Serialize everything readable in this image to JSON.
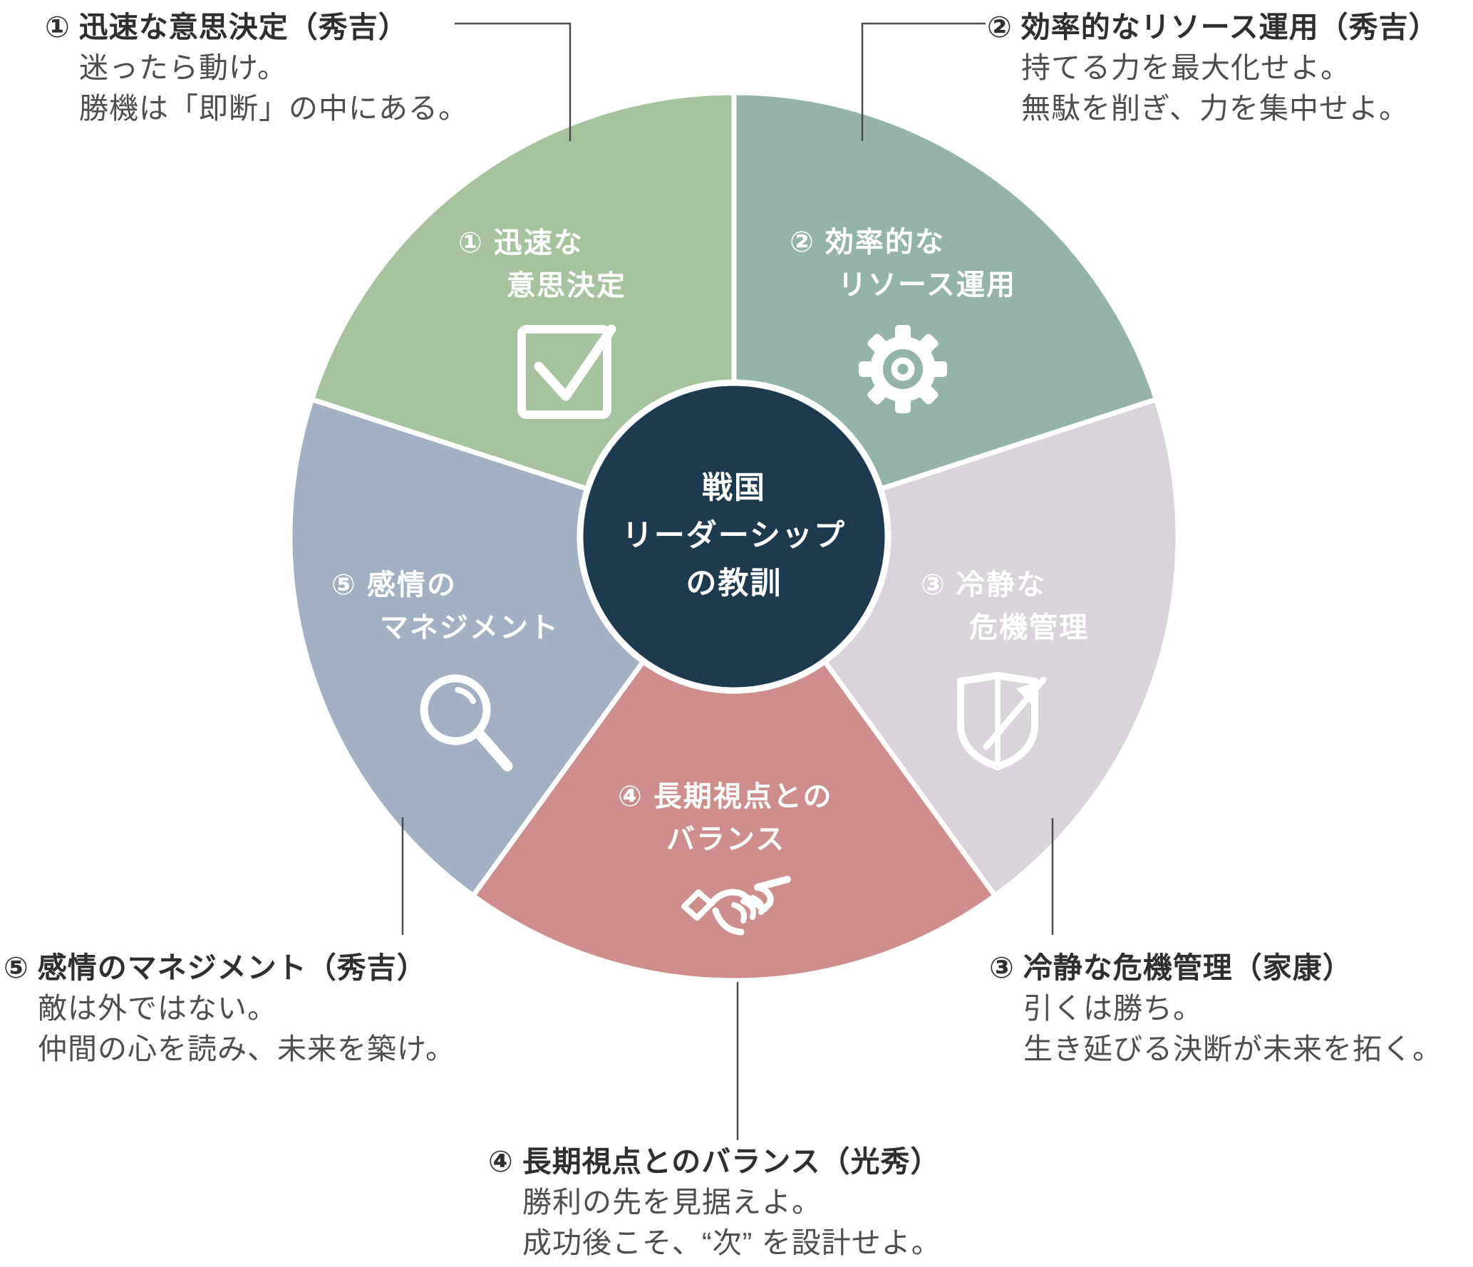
{
  "diagram_title": "戦国リーダーシップの教訓",
  "center": {
    "line1": "戦国",
    "line2": "リーダーシップ",
    "line3": "の教訓",
    "bg": "#1e3a4e"
  },
  "colors": {
    "icon_stroke": "#ffffff",
    "wedge_border": "#ffffff",
    "connector": "#4c4c4c",
    "annotation_title": "#2f2f2f",
    "annotation_body": "#4e4e4e"
  },
  "segments": [
    {
      "num": "①",
      "label1": "迅速な",
      "label2": "意思決定",
      "icon": "checkbox-check",
      "color": "#a6c29f"
    },
    {
      "num": "②",
      "label1": "効率的な",
      "label2": "リソース運用",
      "icon": "gear",
      "color": "#95b4a8"
    },
    {
      "num": "③",
      "label1": "冷静な",
      "label2": "危機管理",
      "icon": "shield-flag",
      "color": "#d9d4da"
    },
    {
      "num": "④",
      "label1": "長期視点との",
      "label2": "バランス",
      "icon": "handshake",
      "color": "#cd8e8d"
    },
    {
      "num": "⑤",
      "label1": "感情の",
      "label2": "マネジメント",
      "icon": "magnifier",
      "color": "#a3b0c1"
    }
  ],
  "annotations": [
    {
      "num": "①",
      "title": "迅速な意思決定（秀吉）",
      "body1": "迷ったら動け。",
      "body2": "勝機は「即断」の中にある。"
    },
    {
      "num": "②",
      "title": "効率的なリソース運用（秀吉）",
      "body1": "持てる力を最大化せよ。",
      "body2": "無駄を削ぎ、力を集中せよ。"
    },
    {
      "num": "③",
      "title": "冷静な危機管理（家康）",
      "body1": "引くは勝ち。",
      "body2": "生き延びる決断が未来を拓く。"
    },
    {
      "num": "④",
      "title": "長期視点とのバランス（光秀）",
      "body1": "勝利の先を見据えよ。",
      "body2": "成功後こそ、“次” を設計せよ。"
    },
    {
      "num": "⑤",
      "title": "感情のマネジメント（秀吉）",
      "body1": "敵は外ではない。",
      "body2": "仲間の心を読み、未来を築け。"
    }
  ]
}
